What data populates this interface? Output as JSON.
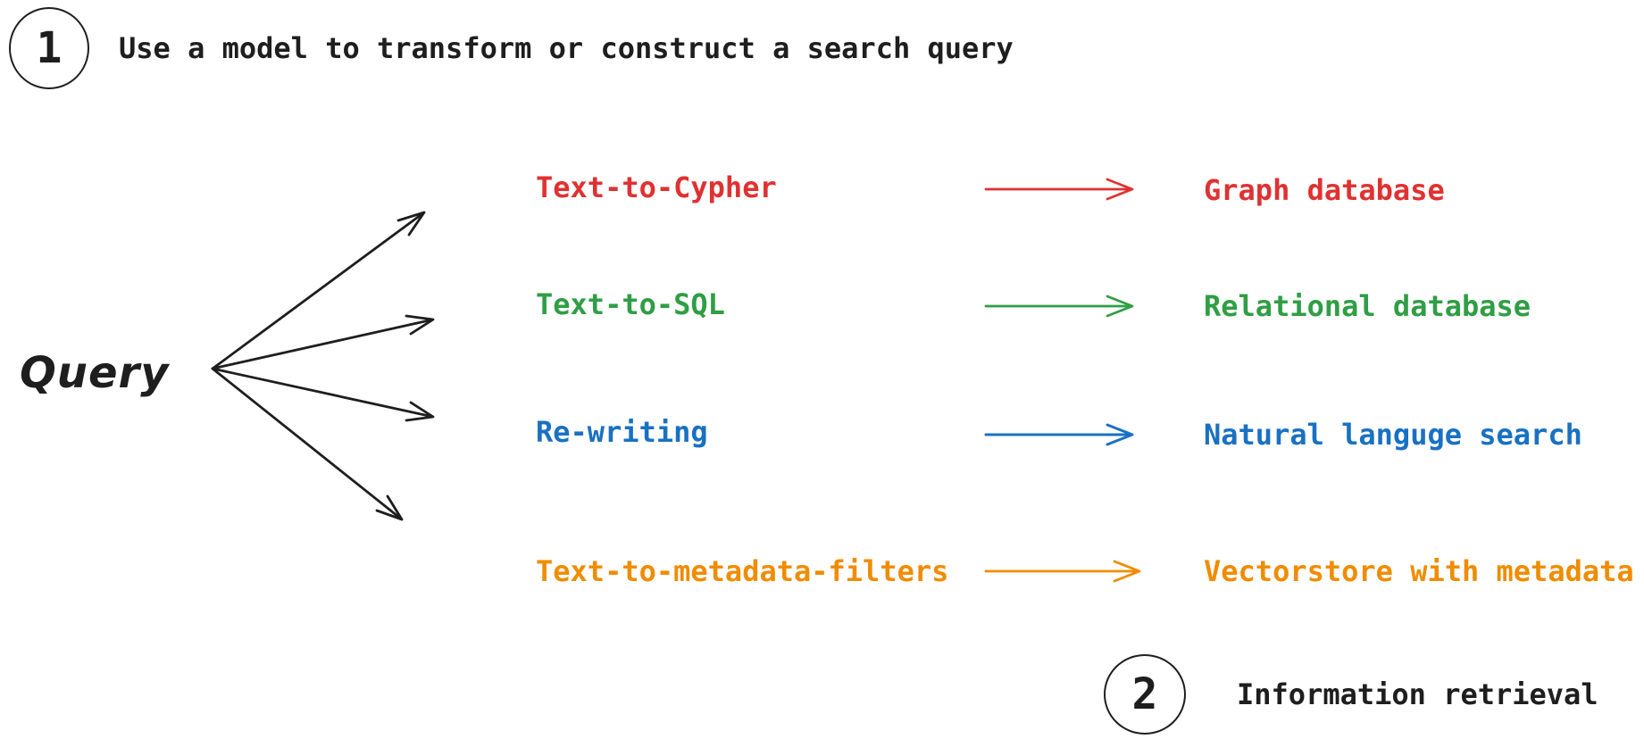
{
  "step1": {
    "number": "1",
    "label": "Use a model to transform or construct a search query"
  },
  "step2": {
    "number": "2",
    "label": "Information retrieval"
  },
  "query_label": "Query",
  "rows": [
    {
      "name": "Text-to-Cypher",
      "target": "Graph database",
      "color": "#e03131"
    },
    {
      "name": "Text-to-SQL",
      "target": "Relational database",
      "color": "#2f9e44"
    },
    {
      "name": "Re-writing",
      "target": "Natural languge search",
      "color": "#1971c2"
    },
    {
      "name": "Text-to-metadata-filters",
      "target": "Vectorstore with metadata",
      "color": "#f08c00"
    }
  ],
  "colors": {
    "ink": "#1e1e1e",
    "background": "#ffffff"
  }
}
